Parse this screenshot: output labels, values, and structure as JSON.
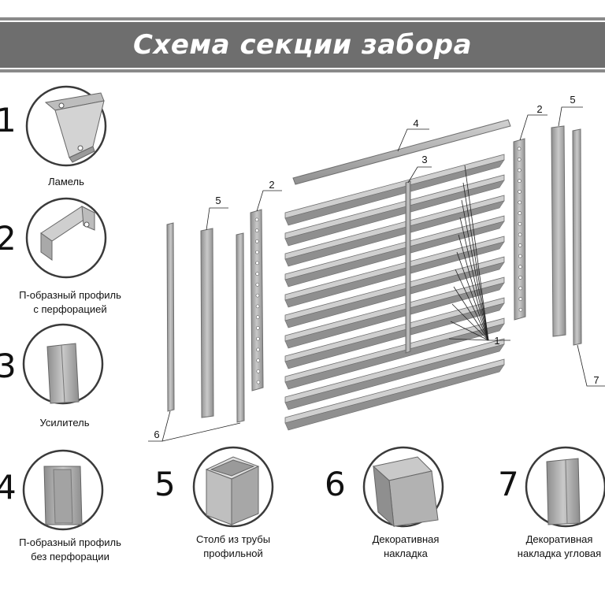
{
  "title": "Схема секции забора",
  "parts": [
    {
      "number": "1",
      "caption": [
        "Ламель"
      ],
      "icon": "lamel-icon"
    },
    {
      "number": "2",
      "caption": [
        "П-образный профиль",
        "с перфорацией"
      ],
      "icon": "perforated-u-profile-icon"
    },
    {
      "number": "3",
      "caption": [
        "Усилитель"
      ],
      "icon": "reinforcer-icon"
    },
    {
      "number": "4",
      "caption": [
        "П-образный профиль",
        "без перфорации"
      ],
      "icon": "u-profile-icon"
    },
    {
      "number": "5",
      "caption": [
        "Столб из трубы",
        "профильной"
      ],
      "icon": "square-tube-post-icon"
    },
    {
      "number": "6",
      "caption": [
        "Декоративная",
        "накладка"
      ],
      "icon": "decorative-trim-icon"
    },
    {
      "number": "7",
      "caption": [
        "Декоративная",
        "накладка угловая"
      ],
      "icon": "corner-trim-icon"
    }
  ],
  "callouts": {
    "c1": "1",
    "c2a": "2",
    "c2b": "2",
    "c3": "3",
    "c4": "4",
    "c5a": "5",
    "c5b": "5",
    "c6": "6",
    "c7": "7"
  },
  "colors": {
    "banner": "#6e6e6e",
    "rule": "#8a8a8a",
    "metal_light": "#c4c4c4",
    "metal_mid": "#9e9e9e",
    "metal_dark": "#6f6f6f"
  }
}
